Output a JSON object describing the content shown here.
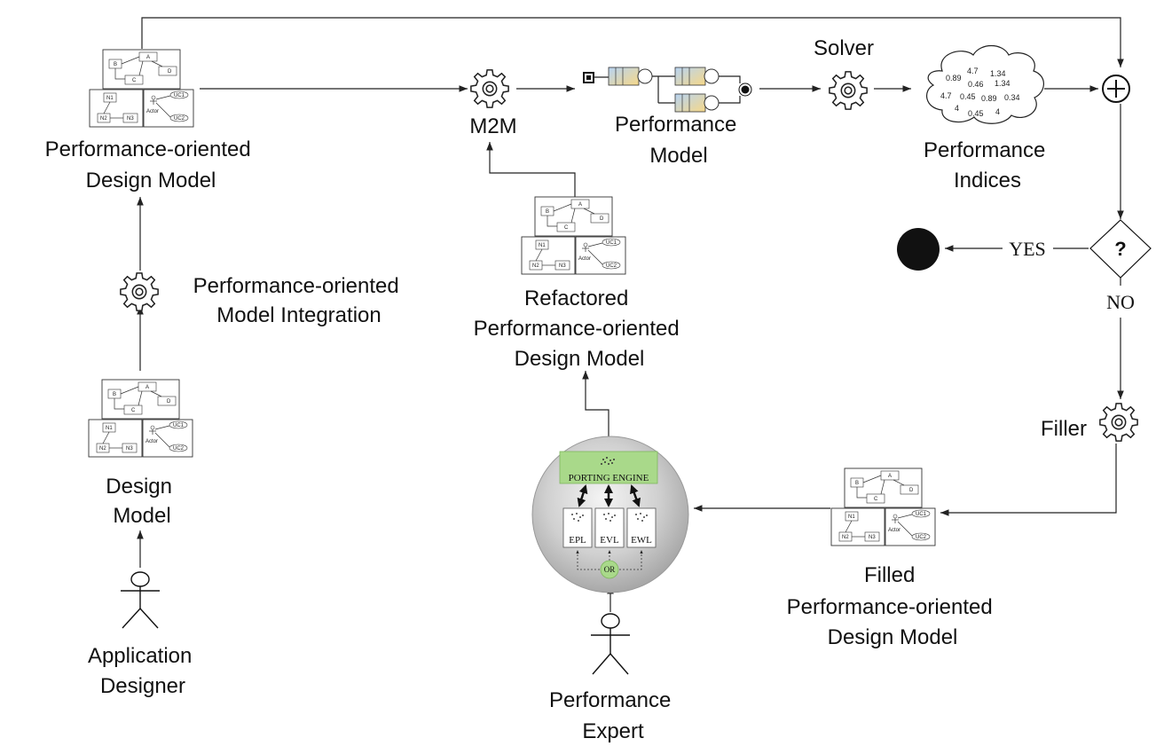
{
  "nodes": {
    "perf_design_model": {
      "line1": "Performance-oriented",
      "line2": "Design Model"
    },
    "model_integration": {
      "line1": "Performance-oriented",
      "line2": "Model Integration"
    },
    "design_model": {
      "line1": "Design",
      "line2": "Model"
    },
    "app_designer": {
      "line1": "Application",
      "line2": "Designer"
    },
    "m2m": {
      "label": "M2M"
    },
    "performance_model": {
      "line1": "Performance",
      "line2": "Model"
    },
    "solver": {
      "label": "Solver"
    },
    "performance_indices": {
      "line1": "Performance",
      "line2": "Indices"
    },
    "refactored": {
      "line1": "Refactored",
      "line2": "Performance-oriented",
      "line3": "Design Model"
    },
    "filler": {
      "label": "Filler"
    },
    "filled": {
      "line1": "Filled",
      "line2": "Performance-oriented",
      "line3": "Design Model"
    },
    "perf_expert": {
      "line1": "Performance",
      "line2": "Expert"
    },
    "decision": {
      "symbol": "?",
      "yes": "YES",
      "no": "NO"
    },
    "engine": {
      "title": "PORTING ENGINE",
      "epl": "EPL",
      "evl": "EVL",
      "ewl": "EWL",
      "or": "OR"
    }
  },
  "mini_model": {
    "b": "B",
    "a": "A",
    "c": "C",
    "d": "D",
    "n1": "N1",
    "n2": "N2",
    "n3": "N3",
    "actor": "Actor",
    "uc1": "UC1",
    "uc2": "UC2"
  },
  "cloud_values": [
    "0.89",
    "4.7",
    "1.34",
    "0.46",
    "1.34",
    "4.7",
    "0.45",
    "0.89",
    "0.34",
    "4",
    "0.45",
    "4"
  ]
}
